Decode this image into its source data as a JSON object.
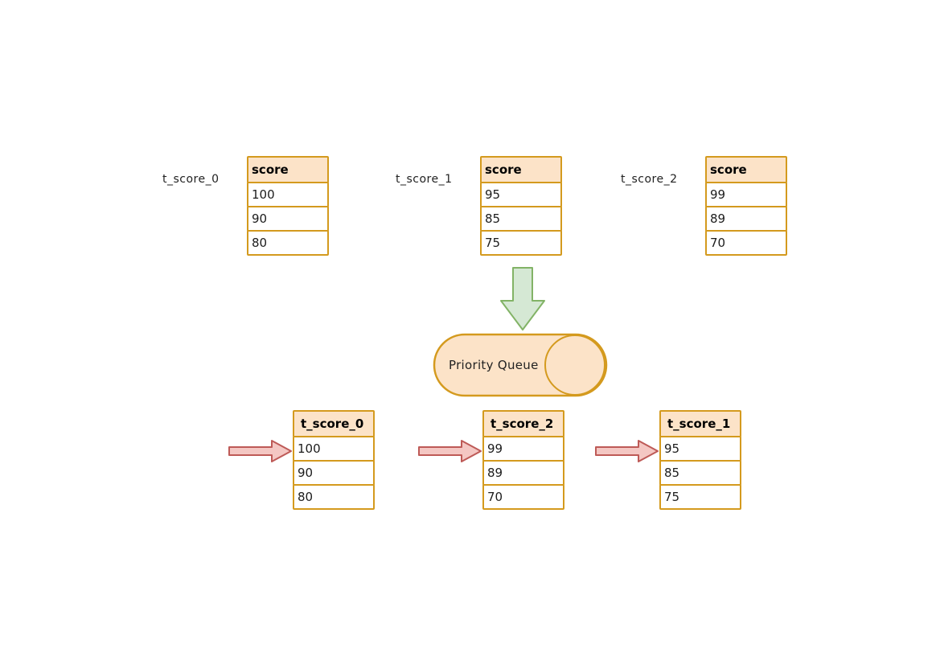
{
  "diagram": {
    "colors": {
      "table_fill": "#fce3c8",
      "table_stroke": "#d49a1e",
      "arrow_green_fill": "#d5e8d4",
      "arrow_green_stroke": "#82b366",
      "arrow_red_fill": "#f4c7c3",
      "arrow_red_stroke": "#be5a57",
      "bg": "#ffffff"
    },
    "source_tables": [
      {
        "label": "t_score_0",
        "header": "score",
        "rows": [
          "100",
          "90",
          "80"
        ]
      },
      {
        "label": "t_score_1",
        "header": "score",
        "rows": [
          "95",
          "85",
          "75"
        ]
      },
      {
        "label": "t_score_2",
        "header": "score",
        "rows": [
          "99",
          "89",
          "70"
        ]
      }
    ],
    "queue": {
      "label": "Priority Queue"
    },
    "result_tables": [
      {
        "header": "t_score_0",
        "rows": [
          "100",
          "90",
          "80"
        ]
      },
      {
        "header": "t_score_2",
        "rows": [
          "99",
          "89",
          "70"
        ]
      },
      {
        "header": "t_score_1",
        "rows": [
          "95",
          "85",
          "75"
        ]
      }
    ]
  }
}
